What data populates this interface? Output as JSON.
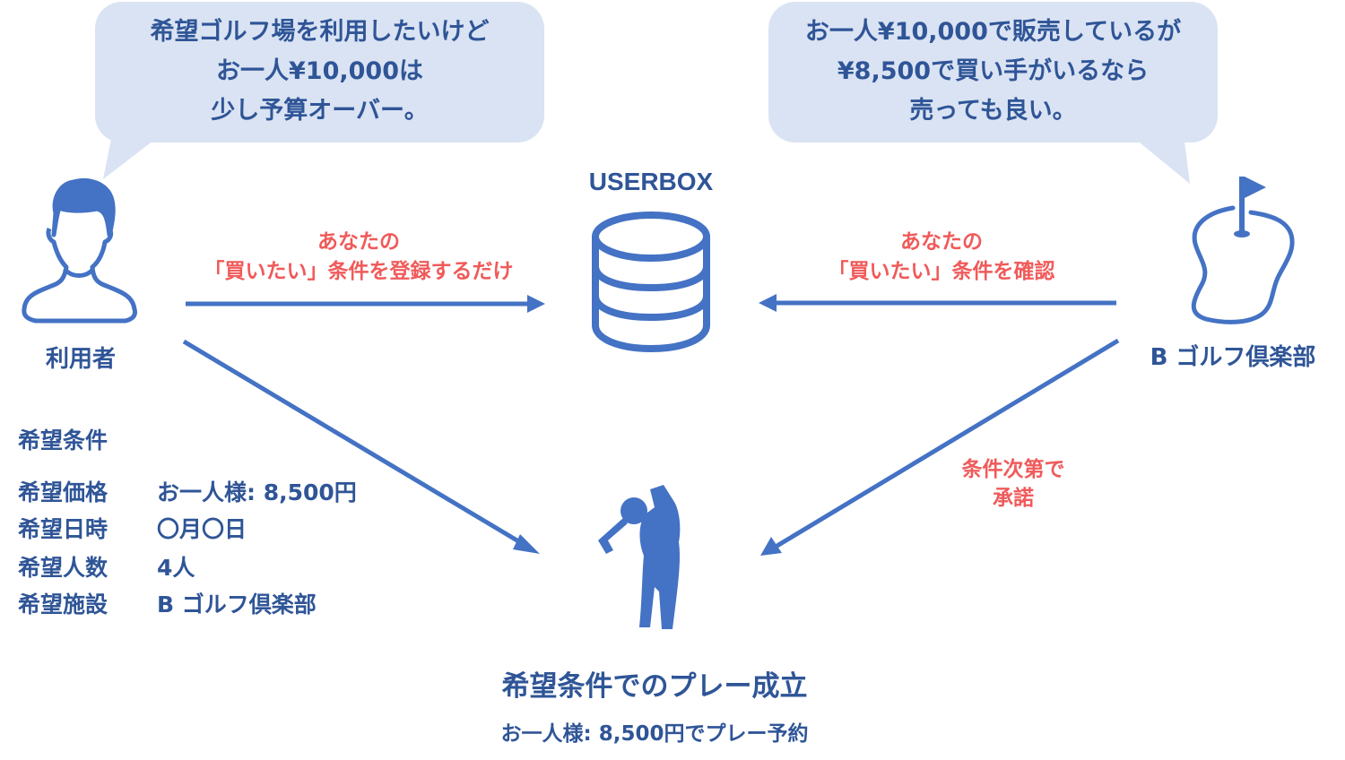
{
  "colors": {
    "bubble": "#dae3f3",
    "primary": "#4472c4",
    "text_navy": "#2f5597",
    "accent_red": "#f05a5a"
  },
  "bubbles": {
    "user": {
      "lines": [
        "希望ゴルフ場を利用したいけど",
        "お一人¥10,000は",
        "少し予算オーバー。"
      ]
    },
    "club": {
      "lines": [
        "お一人¥10,000で販売しているが",
        "¥8,500で買い手がいるなら",
        "売っても良い。"
      ]
    }
  },
  "actors": {
    "user": {
      "label": "利用者",
      "icon": "user-icon"
    },
    "platform": {
      "label": "USERBOX",
      "icon": "database-icon"
    },
    "club": {
      "label": "B ゴルフ倶楽部",
      "icon": "golf-green-flag-icon"
    },
    "result": {
      "icon": "golfer-icon"
    }
  },
  "arrows": {
    "user_to_platform": {
      "lines": [
        "あなたの",
        "「買いたい」条件を登録するだけ"
      ]
    },
    "club_to_platform": {
      "lines": [
        "あなたの",
        "「買いたい」条件を確認"
      ]
    },
    "club_to_result": {
      "lines": [
        "条件次第で",
        "承諾"
      ]
    }
  },
  "conditions": {
    "title": "希望条件",
    "rows": [
      {
        "label": "希望価格",
        "value": "お一人様: 8,500円"
      },
      {
        "label": "希望日時",
        "value": "〇月〇日"
      },
      {
        "label": "希望人数",
        "value": "4人"
      },
      {
        "label": "希望施設",
        "value": "B ゴルフ倶楽部"
      }
    ]
  },
  "result": {
    "title": "希望条件でのプレー成立",
    "subtitle": "お一人様: 8,500円でプレー予約"
  }
}
